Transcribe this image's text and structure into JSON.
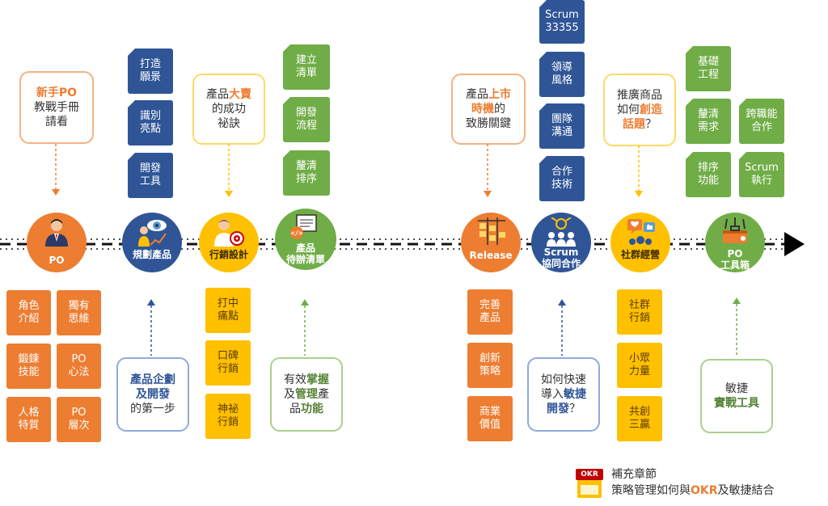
{
  "timeline": {
    "nodes": [
      {
        "label": "PO"
      },
      {
        "label": "規劃產品"
      },
      {
        "label": "行銷設計"
      },
      {
        "label": "產品\n待辦清單"
      },
      {
        "label": "Release"
      },
      {
        "label": "Scrum\n協同合作"
      },
      {
        "label": "社群經營"
      },
      {
        "label": "PO\n工具箱"
      }
    ]
  },
  "callouts_top": {
    "po": {
      "a": "新手PO",
      "b": "教戰手冊",
      "c": "請看"
    },
    "marketing": {
      "a": "產品",
      "b": "大賣",
      "c": "的成功",
      "d": "祕訣"
    },
    "release": {
      "a": "產品",
      "b": "上市",
      "c": "時機",
      "d": "的",
      "e": "致勝關鍵"
    },
    "community": {
      "a": "推廣商品",
      "b": "如何",
      "c": "創造",
      "d": "話題",
      "e": "？"
    }
  },
  "callouts_bottom": {
    "plan": {
      "a": "產品企劃",
      "b": "及開發",
      "c": "的第一步"
    },
    "backlog": {
      "a": "有效",
      "b": "掌握",
      "c": "及",
      "d": "管理",
      "e": "產",
      "f": "品",
      "g": "功能"
    },
    "scrum": {
      "a": "如何快速",
      "b": "導入",
      "c": "敏捷",
      "d": "開發",
      "e": "？"
    },
    "toolbox": {
      "a": "敏捷",
      "b": "實戰工具"
    }
  },
  "tags": {
    "plan_top": [
      "打造\n願景",
      "識別\n亮點",
      "開發\n工具"
    ],
    "backlog_top": [
      "建立\n清單",
      "開發\n流程",
      "釐清\n排序"
    ],
    "scrum_top": [
      "Scrum\n33355",
      "領導\n風格",
      "團隊\n溝通",
      "合作\n技術"
    ],
    "toolbox_top": [
      "基礎\n工程",
      "釐清\n需求",
      "跨職能\n合作",
      "排序\n功能",
      "Scrum\n執行"
    ],
    "po_bottom": [
      "角色\n介紹",
      "獨有\n思維",
      "鍛鍊\n技能",
      "PO\n心法",
      "人格\n特質",
      "PO\n層次"
    ],
    "marketing_bottom": [
      "打中\n痛點",
      "口碑\n行銷",
      "神祕\n行銷"
    ],
    "release_bottom": [
      "完善\n產品",
      "創新\n策略",
      "商業\n價值"
    ],
    "community_bottom": [
      "社群\n行銷",
      "小眾\n力量",
      "共創\n三贏"
    ]
  },
  "appendix": {
    "badge": "OKR",
    "title": "補充章節",
    "line_a": "策略管理如何與",
    "line_b": "OKR",
    "line_c": "及敏捷結合"
  },
  "colors": {
    "navy": "#2f5597",
    "orange": "#ed7d31",
    "yellow": "#ffc000",
    "green": "#70ad47"
  }
}
